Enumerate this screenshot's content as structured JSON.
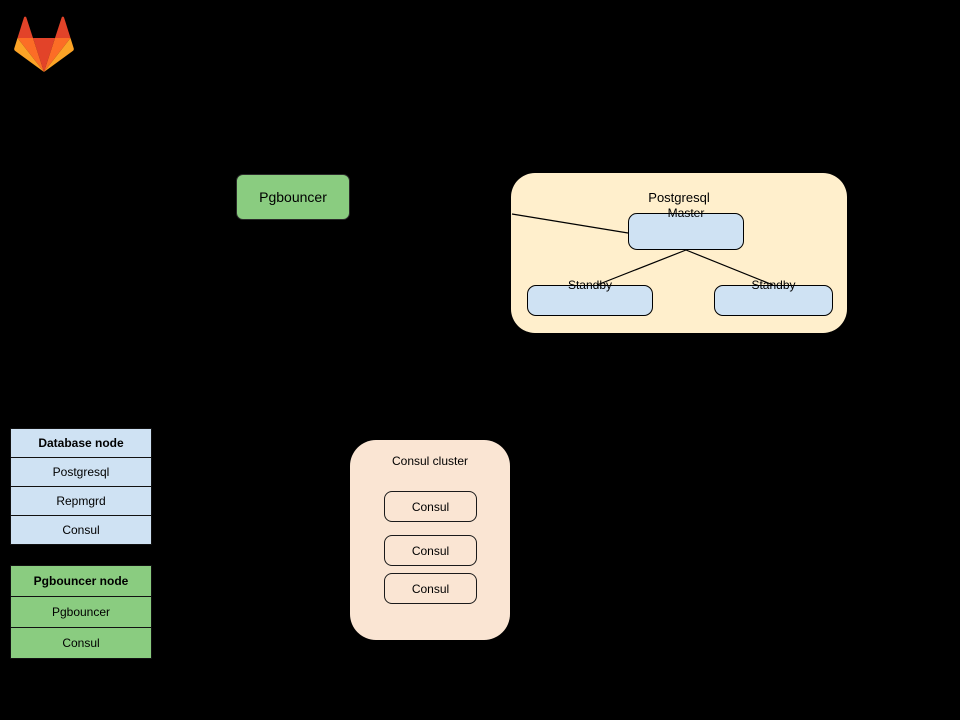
{
  "logo": {
    "name": "gitlab-tanuki-logo"
  },
  "pgbouncer_standalone": {
    "label": "Pgbouncer"
  },
  "postgres_cluster": {
    "title": "Postgresql",
    "master": {
      "label": "Master"
    },
    "standbys": [
      {
        "label": "Standby"
      },
      {
        "label": "Standby"
      }
    ]
  },
  "consul_cluster": {
    "title": "Consul cluster",
    "nodes": [
      {
        "label": "Consul"
      },
      {
        "label": "Consul"
      },
      {
        "label": "Consul"
      }
    ]
  },
  "legend": {
    "database_node": {
      "header": "Database node",
      "rows": [
        "Postgresql",
        "Repmgrd",
        "Consul"
      ]
    },
    "pgbouncer_node": {
      "header": "Pgbouncer node",
      "rows": [
        "Pgbouncer",
        "Consul"
      ]
    }
  },
  "colors": {
    "background": "#000000",
    "postgres_container_fill": "#FFEFCC",
    "consul_container_fill": "#FAE5D3",
    "db_node_fill": "#CFE2F3",
    "pgbouncer_fill": "#8ACC80",
    "stroke": "#000000"
  }
}
